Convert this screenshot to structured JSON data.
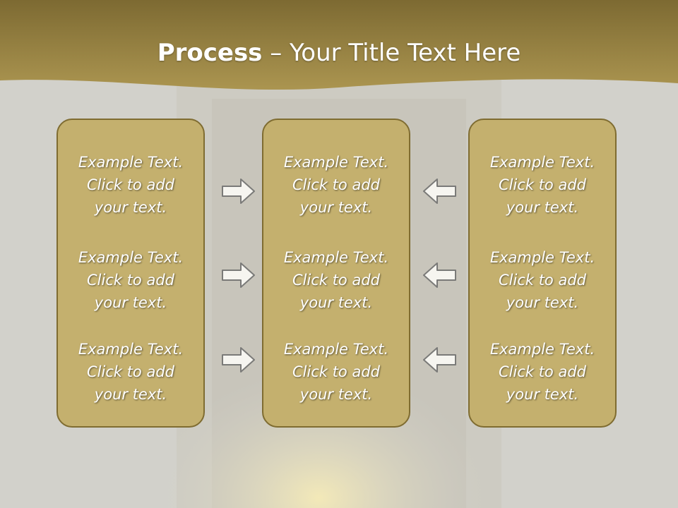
{
  "title": {
    "bold": "Process",
    "rest": " – Your Title Text Here"
  },
  "colors": {
    "header": "#9c8540",
    "box": "#c4b06e",
    "box_border": "#7f6c31",
    "background": "#d2d1cb"
  },
  "columns": [
    {
      "items": [
        {
          "line1": "Example Text.",
          "line2": "Click  to add",
          "line3": "your text."
        },
        {
          "line1": "Example Text.",
          "line2": "Click  to add",
          "line3": "your text."
        },
        {
          "line1": "Example Text.",
          "line2": "Click  to add",
          "line3": "your text."
        }
      ]
    },
    {
      "items": [
        {
          "line1": "Example Text.",
          "line2": "Click  to add",
          "line3": "your text."
        },
        {
          "line1": "Example Text.",
          "line2": "Click  to add",
          "line3": "your text."
        },
        {
          "line1": "Example Text.",
          "line2": "Click  to add",
          "line3": "your text."
        }
      ]
    },
    {
      "items": [
        {
          "line1": "Example Text.",
          "line2": "Click  to add",
          "line3": "your text."
        },
        {
          "line1": "Example Text.",
          "line2": "Click  to add",
          "line3": "your text."
        },
        {
          "line1": "Example Text.",
          "line2": "Click  to add",
          "line3": "your text."
        }
      ]
    }
  ],
  "arrows": {
    "left_group": "arrow-right-icon",
    "right_group": "arrow-left-icon"
  }
}
